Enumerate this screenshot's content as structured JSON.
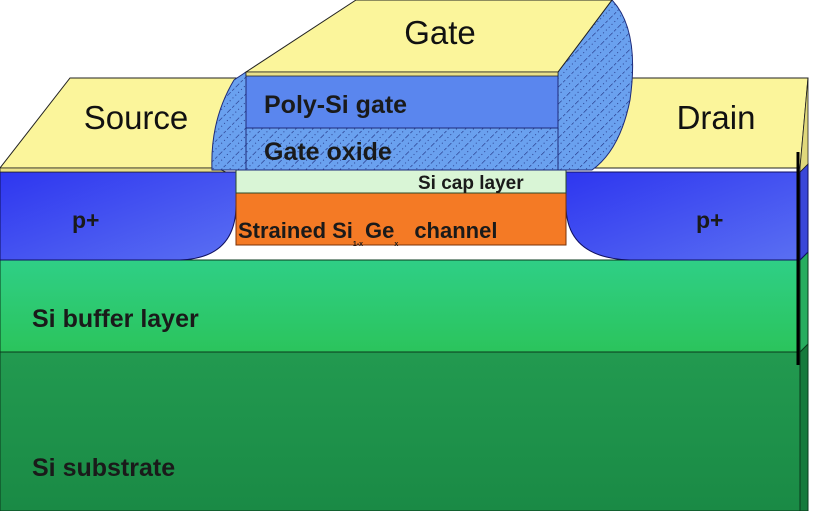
{
  "labels": {
    "gate": "Gate",
    "source": "Source",
    "drain": "Drain",
    "poly_si_gate": "Poly-Si gate",
    "gate_oxide": "Gate oxide",
    "si_cap_layer": "Si cap layer",
    "channel": {
      "prefix": "Strained Si",
      "sub1": "1-x",
      "middle": "Ge",
      "sub2": "x",
      "suffix": "channel"
    },
    "p_plus_left": "p+",
    "p_plus_right": "p+",
    "si_buffer_layer": "Si buffer layer",
    "si_substrate": "Si substrate"
  },
  "colors": {
    "contact": "#fbf59b",
    "p_plus": "#3b3df0",
    "poly_gate": "#5a86ee",
    "spacer": "#6aa1ef",
    "si_cap": "#d9f5d6",
    "channel": "#f47a25",
    "buffer": "#2ecb6d",
    "substrate": "#1f9a4c"
  }
}
